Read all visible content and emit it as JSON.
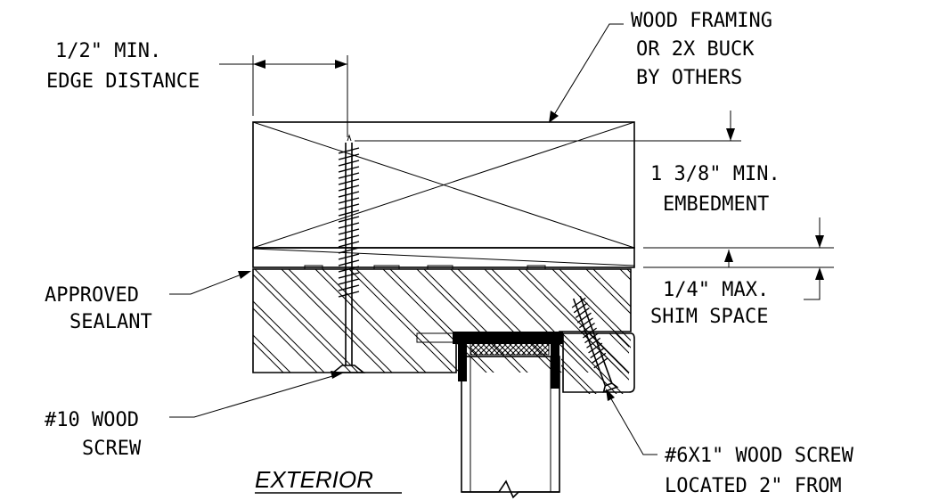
{
  "labels": {
    "edge_1": "1/2\" MIN.",
    "edge_2": "EDGE DISTANCE",
    "framing_1": "WOOD FRAMING",
    "framing_2": "OR 2X BUCK",
    "framing_3": "BY OTHERS",
    "embed_1": "1 3/8\" MIN.",
    "embed_2": "EMBEDMENT",
    "shim_1": "1/4\" MAX.",
    "shim_2": "SHIM SPACE",
    "sealant_1": "APPROVED",
    "sealant_2": "SEALANT",
    "screw10_1": "#10 WOOD",
    "screw10_2": "SCREW",
    "screw6_1": "#6X1\" WOOD SCREW",
    "screw6_2": "LOCATED 2\" FROM",
    "exterior": "EXTERIOR"
  }
}
